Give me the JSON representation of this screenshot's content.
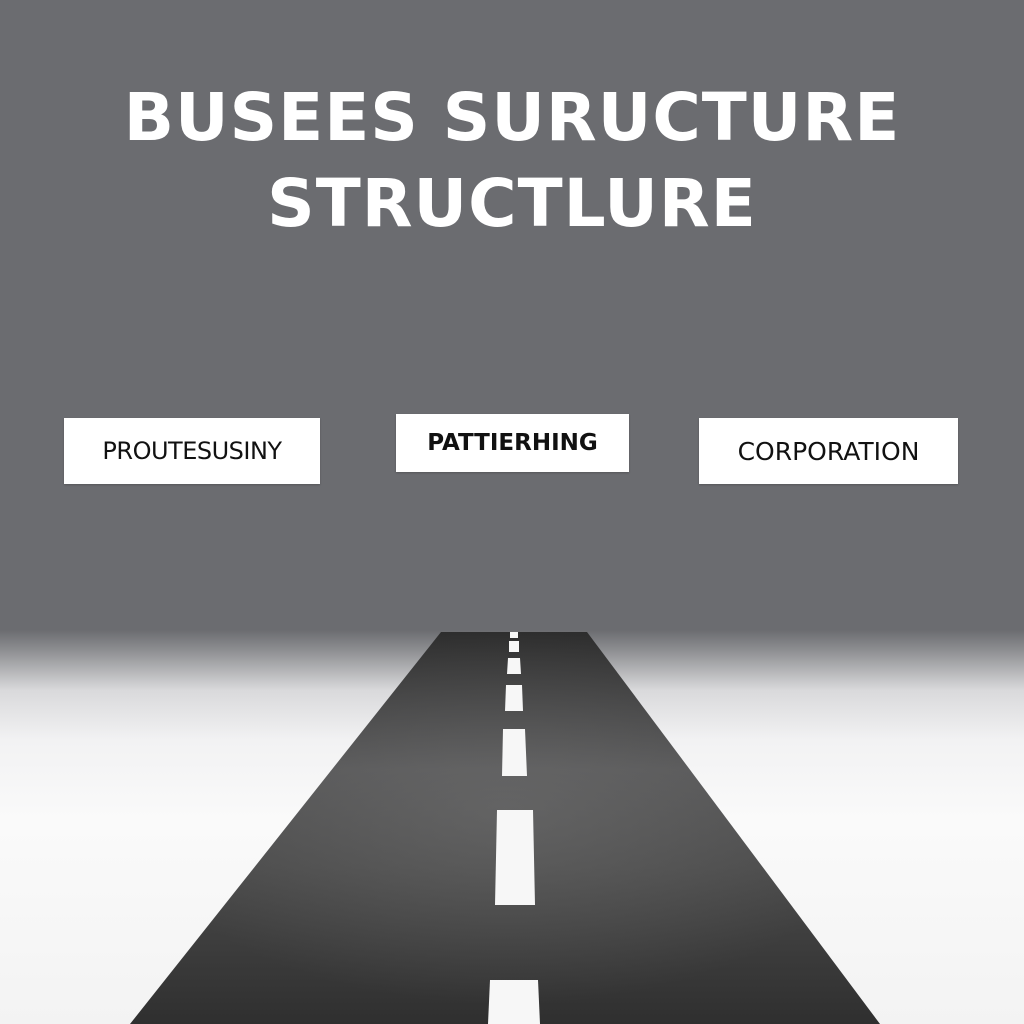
{
  "title": {
    "line1": "BUSEES SURUCTURE",
    "line2": "STRUCTLURE"
  },
  "labels": [
    {
      "text": "PROUTESUSINY"
    },
    {
      "text": "PATTIERHING"
    },
    {
      "text": "CORPORATION"
    }
  ],
  "colors": {
    "background": "#6b6c70",
    "floor": "#f5f5f5",
    "road": "#3a3a3a",
    "title_text": "#ffffff",
    "label_bg": "#ffffff",
    "label_text": "#111111",
    "lane_marking": "#ffffff"
  },
  "illustration": {
    "road-icon": "straight road with dashed center line receding to horizon"
  }
}
